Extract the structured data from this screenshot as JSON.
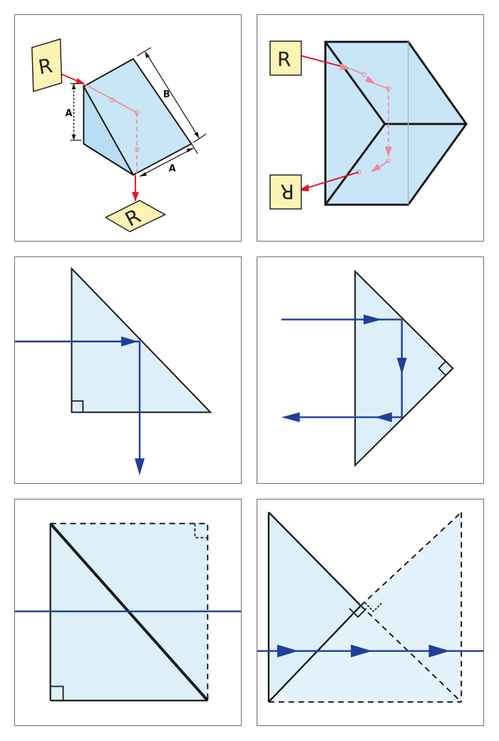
{
  "colors": {
    "glass_fill": "#c9e6f7",
    "glass_fill_light": "#ddf0fa",
    "edge": "#1a1a1a",
    "ray_red": "#e0192a",
    "ray_pink": "#f08a93",
    "ray_blue": "#1f3f99",
    "label_yellow": "#fcf3b4"
  },
  "panels": [
    {
      "id": "right-angle-prism-isometric",
      "dim_a_label": "A",
      "dim_b_label": "B",
      "dim_a2_label": "A",
      "object_letter": "R",
      "image_letter": "R"
    },
    {
      "id": "roof-reflection-prism",
      "object_letter": "R",
      "image_letter": "R"
    },
    {
      "id": "right-angle-prism-90-deviation"
    },
    {
      "id": "right-angle-prism-retroreflection"
    },
    {
      "id": "dashed-cube-beamsplitter"
    },
    {
      "id": "dashed-dove-arrangement"
    }
  ]
}
